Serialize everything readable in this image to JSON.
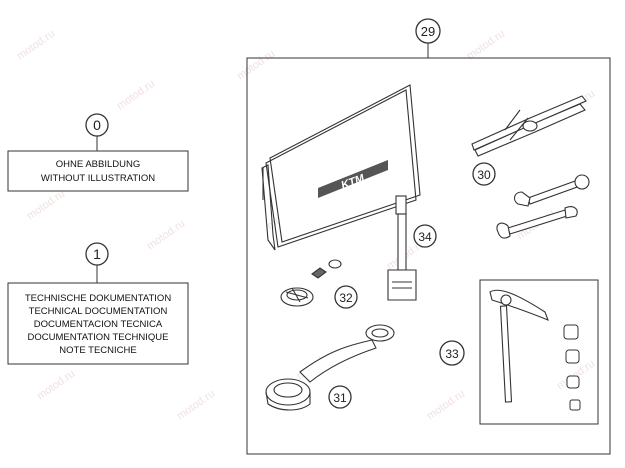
{
  "callouts": [
    {
      "id": "c0",
      "number": "0"
    },
    {
      "id": "c1",
      "number": "1"
    },
    {
      "id": "c29",
      "number": "29"
    },
    {
      "id": "c30",
      "number": "30"
    },
    {
      "id": "c31",
      "number": "31"
    },
    {
      "id": "c32",
      "number": "32"
    },
    {
      "id": "c33",
      "number": "33"
    },
    {
      "id": "c34",
      "number": "34"
    }
  ],
  "boxes": {
    "without_illustration": [
      "OHNE ABBILDUNG",
      "WITHOUT ILLUSTRATION"
    ],
    "technical_documentation": [
      "TECHNISCHE DOKUMENTATION",
      "TECHNICAL DOCUMENTATION",
      "DOCUMENTACION TECNICA",
      "DOCUMENTATION TECHNIQUE",
      "NOTE TECNICHE"
    ]
  },
  "manual_cover_text": "KTM",
  "watermark": "motod.ru",
  "colors": {
    "line": "#333333",
    "watermark": "#e6c8c8"
  }
}
